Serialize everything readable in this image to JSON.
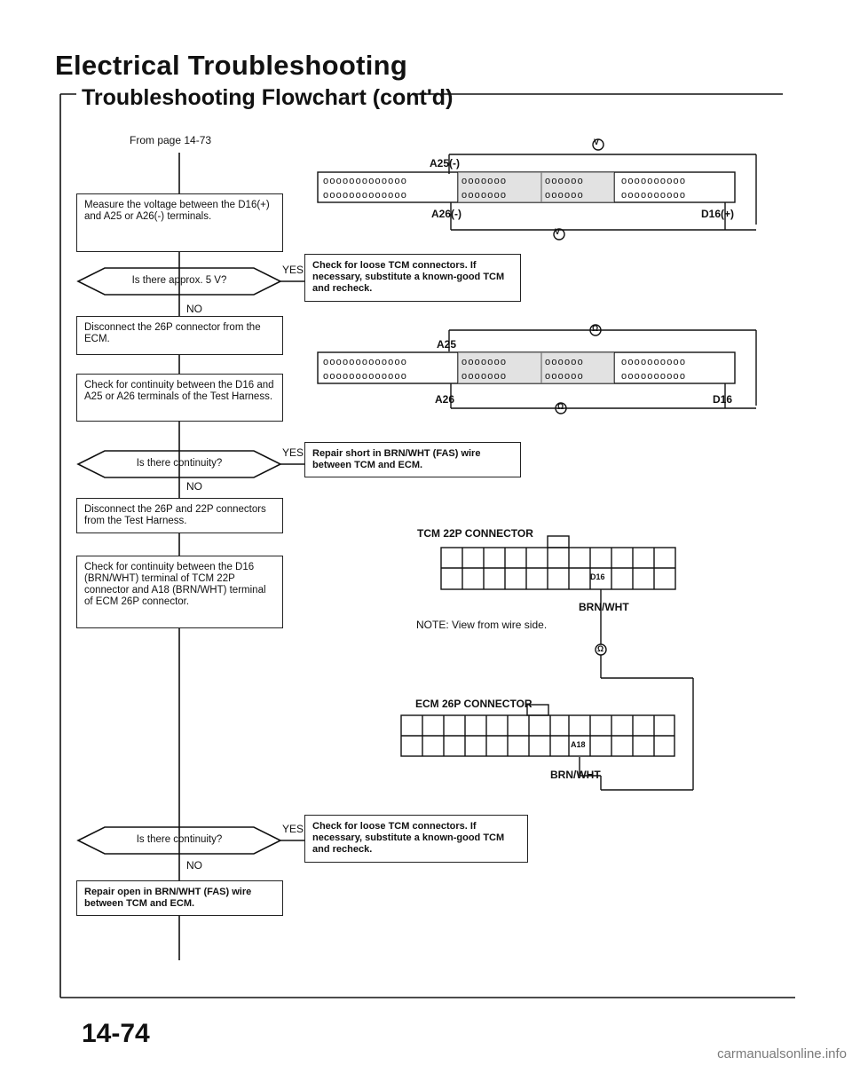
{
  "header": {
    "title": "Electrical Troubleshooting",
    "subtitle": "Troubleshooting Flowchart (cont'd)"
  },
  "flow": {
    "from_page": "From page 14-73",
    "step1": "Measure the voltage between the D16(+) and A25 or A26(-) terminals.",
    "q1": "Is there approx. 5 V?",
    "q1_yes": "YES",
    "q1_yes_action": "Check for loose TCM connectors. If necessary, substitute a known-good TCM and recheck.",
    "q1_no": "NO",
    "step2": "Disconnect the 26P connector from the ECM.",
    "step3": "Check for continuity between the D16 and A25 or A26 terminals of the Test Harness.",
    "q2": "Is there continuity?",
    "q2_yes": "YES",
    "q2_yes_action": "Repair short in BRN/WHT (FAS) wire between TCM and ECM.",
    "q2_no": "NO",
    "step4": "Disconnect the 26P and 22P connectors from the Test Harness.",
    "step5": "Check for continuity between the D16 (BRN/WHT) terminal of TCM 22P connector and A18 (BRN/WHT) terminal of ECM 26P connector.",
    "q3": "Is there continuity?",
    "q3_yes": "YES",
    "q3_yes_action": "Check for loose TCM connectors. If necessary, substitute a known-good TCM and recheck.",
    "q3_no": "NO",
    "final": "Repair open in BRN/WHT (FAS) wire between TCM and ECM."
  },
  "diagram1": {
    "top_terminal": "A25(-)",
    "bottom_terminal": "A26(-)",
    "right_terminal": "D16(+)",
    "meter_symbol": "V"
  },
  "diagram2": {
    "top_terminal": "A25",
    "bottom_terminal": "A26",
    "right_terminal": "D16",
    "meter_symbol": "Ω"
  },
  "diagram3": {
    "tcm_title": "TCM 22P CONNECTOR",
    "tcm_pin": "D16",
    "tcm_wire": "BRN/WHT",
    "note": "NOTE: View from wire side.",
    "meter_symbol": "Ω",
    "ecm_title": "ECM 26P CONNECTOR",
    "ecm_pin": "A18",
    "ecm_wire": "BRN/WHT"
  },
  "footer": {
    "page_number": "14-74",
    "watermark": "carmanualsonline.info"
  }
}
